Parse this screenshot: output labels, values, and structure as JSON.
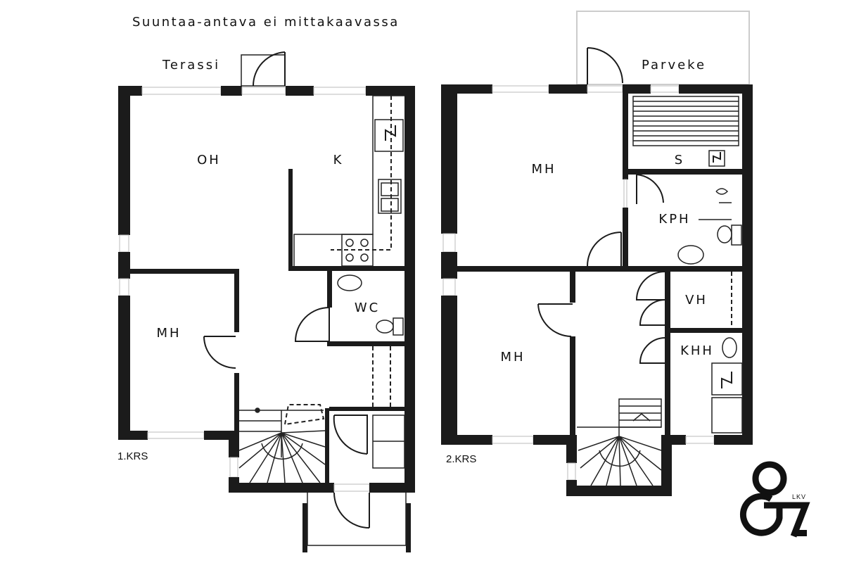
{
  "header": {
    "note": "Suuntaa-antava ei mittakaavassa"
  },
  "floor1": {
    "label": "1.KRS",
    "outdoor": "Terassi",
    "rooms": {
      "living": "OH",
      "kitchen": "K",
      "bedroom": "MH",
      "toilet": "WC"
    }
  },
  "floor2": {
    "label": "2.KRS",
    "outdoor": "Parveke",
    "rooms": {
      "bedroom1": "MH",
      "bedroom2": "MH",
      "sauna": "S",
      "bathroom": "KPH",
      "closet": "VH",
      "utility": "KHH"
    }
  },
  "logo": {
    "mark": "87",
    "suffix": "LKV"
  }
}
